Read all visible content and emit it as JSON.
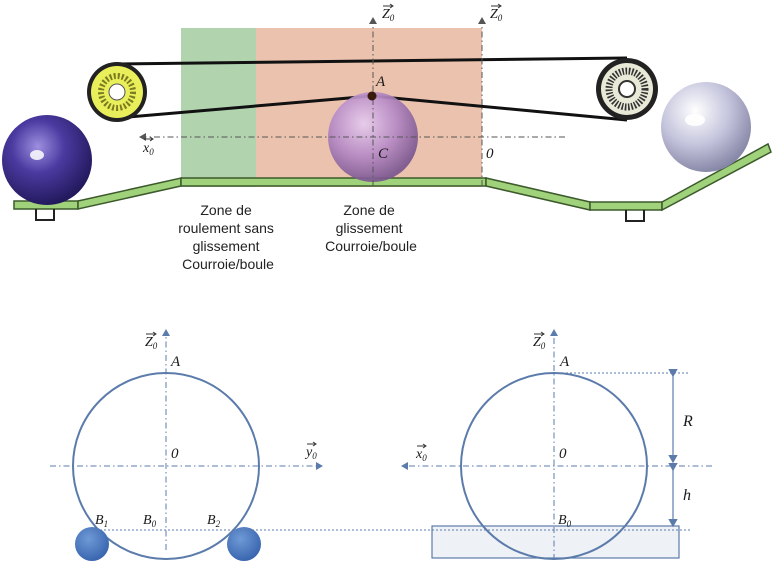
{
  "colors": {
    "green_zone": "#a9cfa5",
    "salmon_zone": "#e8b79f",
    "rail": "#9fd27a",
    "purple_ball": "#5a4aa8",
    "pink_ball": "#b98fc7",
    "white_ball": "#c9c9de",
    "circle_stroke": "#5b7bab",
    "contact_ball": "#4a78c0",
    "axis": "#5b7bab"
  },
  "top": {
    "z0_label": "Z",
    "z0_sub": "0",
    "x0_label": "x",
    "x0_sub": "0",
    "point_A": "A",
    "point_C": "C",
    "point_O": "0",
    "zone_left": [
      "Zone de",
      "roulement sans",
      "glissement",
      "Courroie/boule"
    ],
    "zone_right": [
      "Zone de",
      "glissement",
      "Courroie/boule"
    ]
  },
  "left_view": {
    "z0_label": "Z",
    "z0_sub": "0",
    "y0_label": "y",
    "y0_sub": "0",
    "point_A": "A",
    "point_O": "0",
    "B1_label": "B",
    "B1_sub": "1",
    "B0_label": "B",
    "B0_sub": "0",
    "B2_label": "B",
    "B2_sub": "2"
  },
  "right_view": {
    "z0_label": "Z",
    "z0_sub": "0",
    "x0_label": "x",
    "x0_sub": "0",
    "point_A": "A",
    "point_O": "0",
    "B0_label": "B",
    "B0_sub": "0",
    "R_label": "R",
    "h_label": "h"
  }
}
